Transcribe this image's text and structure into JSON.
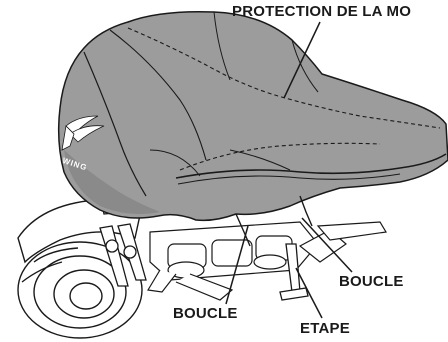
{
  "labels": {
    "cover": "PROTECTION DE LA MO",
    "buckle_right": "BOUCLE",
    "buckle_left": "BOUCLE",
    "step": "ETAPE"
  },
  "emblem": {
    "text": "WING"
  },
  "colors": {
    "cover_fill": "#9c9c9c",
    "cover_shade": "#8a8a8a",
    "outline": "#1a1a1a",
    "background": "#ffffff"
  }
}
